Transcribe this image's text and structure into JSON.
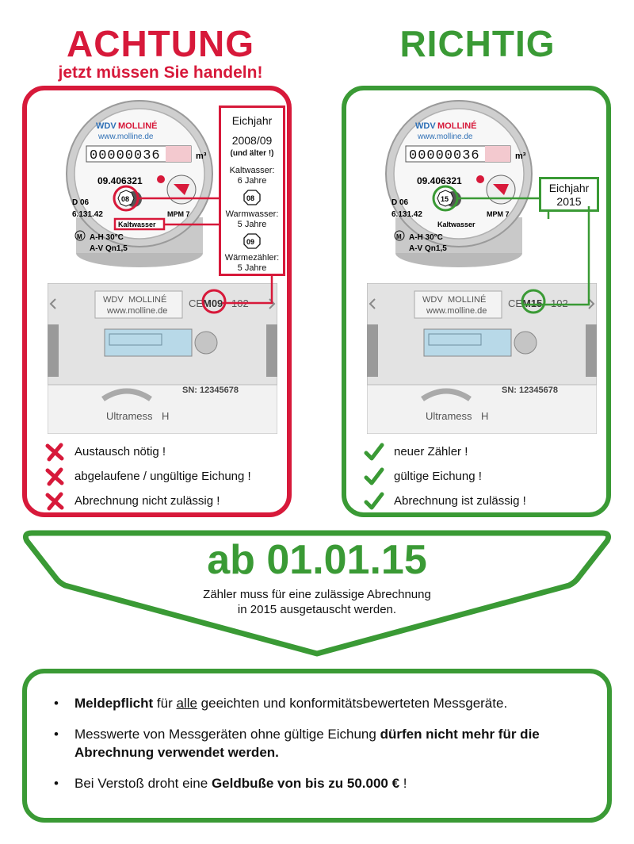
{
  "left": {
    "title": "ACHTUNG",
    "subtitle": "jetzt müssen Sie handeln!",
    "meter": {
      "brand": "WDV",
      "brand2": "MOLLINÉ",
      "url": "www.molline.de",
      "counter": "00000036",
      "unit": "m³",
      "serial": "09.406321",
      "d06": "D 06",
      "cert": "6.131.42",
      "year_badge": "08",
      "model": "MPM 7",
      "medium": "Kaltwasser",
      "spec1": "A-H 30°C",
      "spec2": "A-V Qn1,5",
      "m": "M"
    },
    "info": {
      "heading_1": "Eichjahr",
      "heading_2": "2008/09",
      "note": "(und älter !)",
      "cold_label": "Kaltwasser:",
      "cold_years": "6 Jahre",
      "cold_badge": "08",
      "warm_label": "Warmwasser:",
      "warm_years": "5 Jahre",
      "warm_badge": "09",
      "heat_label": "Wärmezähler:",
      "heat_years": "5 Jahre"
    },
    "device": {
      "brand": "WDV",
      "brand2": "MOLLINÉ",
      "url": "www.molline.de",
      "ce_mark": "CE",
      "year_code": "M09",
      "notified": "102",
      "sn": "SN: 12345678",
      "product": "Ultramess",
      "product_suffix": "H"
    },
    "status": [
      "Austausch nötig !",
      "abgelaufene / ungültige Eichung !",
      "Abrechnung nicht zulässig !"
    ],
    "color": "#d7193a"
  },
  "right": {
    "title": "RICHTIG",
    "meter": {
      "brand": "WDV",
      "brand2": "MOLLINÉ",
      "url": "www.molline.de",
      "counter": "00000036",
      "unit": "m³",
      "serial": "09.406321",
      "d06": "D 06",
      "cert": "6.131.42",
      "year_badge": "15",
      "model": "MPM 7",
      "medium": "Kaltwasser",
      "spec1": "A-H 30°C",
      "spec2": "A-V Qn1,5",
      "m": "M"
    },
    "eichjahr": {
      "label": "Eichjahr",
      "year": "2015"
    },
    "device": {
      "brand": "WDV",
      "brand2": "MOLLINÉ",
      "url": "www.molline.de",
      "ce_mark": "CE",
      "year_code": "M15",
      "notified": "102",
      "sn": "SN: 12345678",
      "product": "Ultramess",
      "product_suffix": "H"
    },
    "status": [
      "neuer Zähler !",
      "gültige Eichung !",
      "Abrechnung ist zulässig !"
    ],
    "color": "#3a9a35"
  },
  "deadline": {
    "date": "ab 01.01.15",
    "note_line1": "Zähler muss für eine zulässige Abrechnung",
    "note_line2": "in 2015 ausgetauscht werden."
  },
  "bullets": {
    "b1": {
      "bold": "Meldepflicht",
      "mid": " für ",
      "underline": "alle",
      "rest": " geeichten und konformitätsbewerteten Messgeräte."
    },
    "b2": {
      "text": "Messwerte von Messgeräten ohne gültige Eichung ",
      "bold": "dürfen nicht mehr für die Abrechnung verwendet werden."
    },
    "b3": {
      "text": "Bei Verstoß droht eine ",
      "bold": "Geldbuße von bis zu 50.000 €",
      "rest": " !"
    },
    "dot": "•"
  }
}
